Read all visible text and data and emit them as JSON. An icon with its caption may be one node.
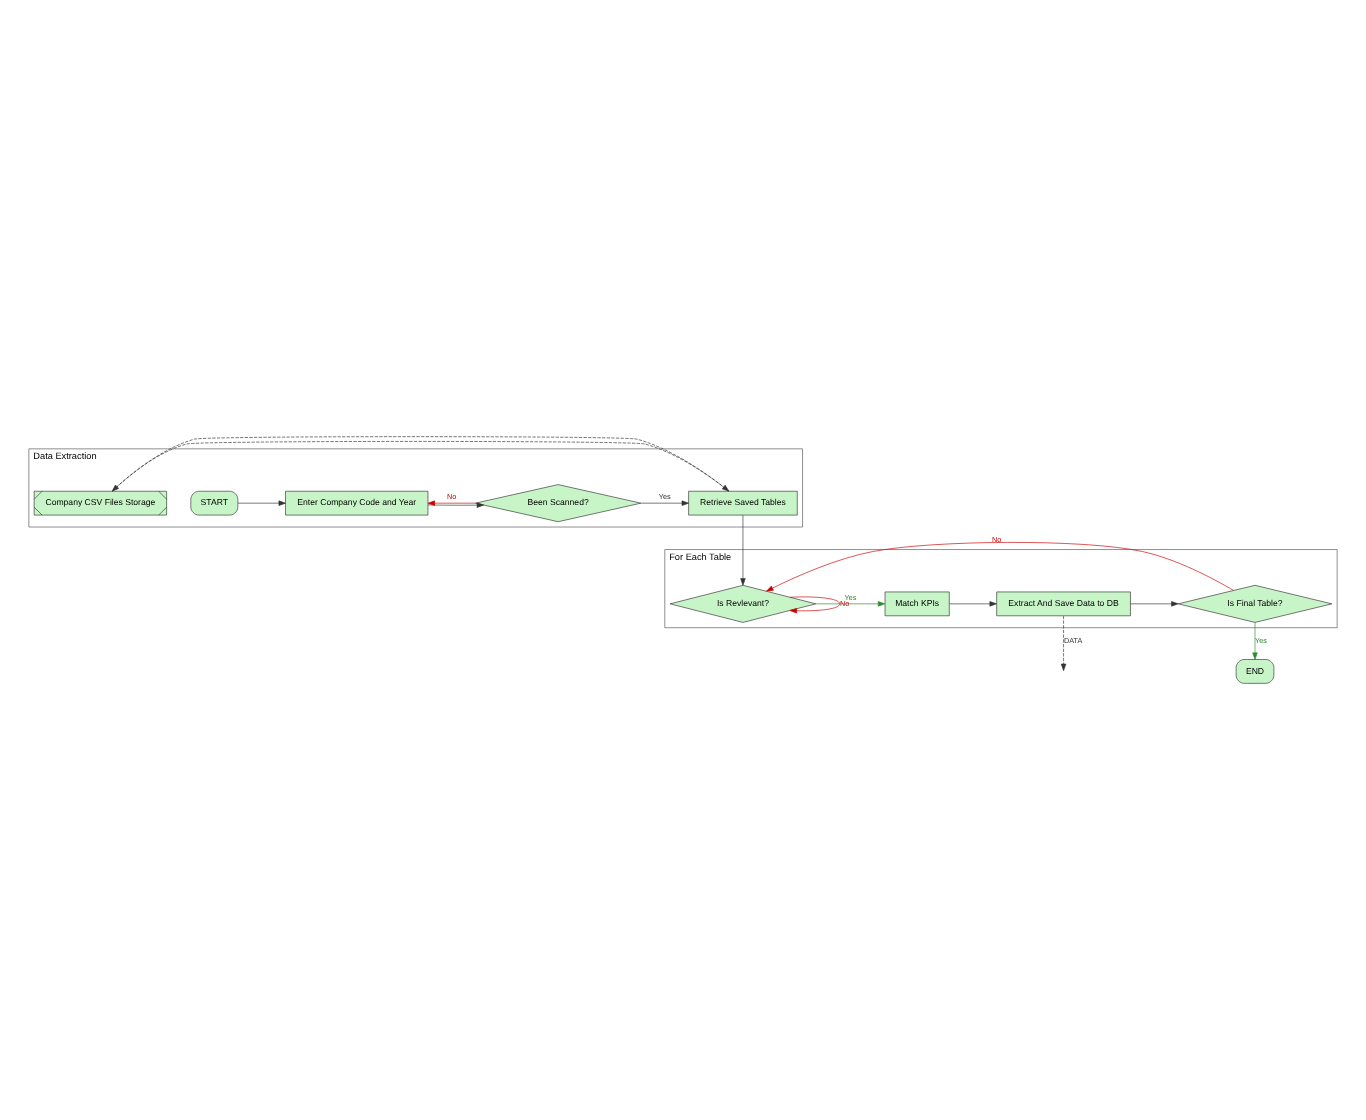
{
  "diagram": {
    "nodes": [
      {
        "text": [
          "Data Extraction"
        ]
      },
      {
        "text": [
          "START"
        ],
        "in": 0
      },
      {
        "text": [
          "Enter Company Code and Year"
        ],
        "in": 0
      },
      {
        "text": [
          "Been Scanned?"
        ],
        "in": 0
      },
      {
        "text": [
          "Retrieve Saved Tables"
        ],
        "in": 0
      },
      {
        "text": [
          "Company CSV Files Storage"
        ],
        "in": 0
      },
      {
        "text": [
          "For Each Table"
        ]
      },
      {
        "text": [
          "Is Revlevant?"
        ],
        "in": 6
      },
      {
        "text": [
          "Match KPIs"
        ],
        "in": 6
      },
      {
        "text": [
          "Extract And Save Data to DB"
        ],
        "in": 6
      },
      {
        "text": [
          "Is Final Table?"
        ],
        "in": 6
      },
      {
        "text": [
          "END"
        ]
      }
    ],
    "edges": [
      {
        "from": 1,
        "to": 2,
        "arrow": "to"
      },
      {
        "from": 2,
        "to": 3,
        "arrow": "to"
      },
      {
        "from": 3,
        "to": 2,
        "arrow": "to",
        "label": "No",
        "color": "#cc0000"
      },
      {
        "from": 3,
        "to": 4,
        "arrow": "to",
        "label": "Yes"
      },
      {
        "from": 4,
        "to": 5,
        "arrow": "to",
        "style": "dashed"
      },
      {
        "from": 5,
        "to": 4,
        "arrow": "to",
        "style": "dashed"
      },
      {
        "from": 4,
        "to": 7,
        "arrow": "to"
      },
      {
        "from": 7,
        "to": 7,
        "arrow": "to",
        "label": "No",
        "color": "#cc0000"
      },
      {
        "from": 7,
        "to": 8,
        "arrow": "to",
        "label": "Yes",
        "color": "#2e8b2e"
      },
      {
        "from": 8,
        "to": 9,
        "arrow": "to"
      },
      {
        "from": 9,
        "to": 10,
        "arrow": "to"
      },
      {
        "from": 10,
        "to": 7,
        "arrow": "to",
        "label": "No",
        "color": "#cc0000"
      },
      {
        "from": 10,
        "to": 11,
        "arrow": "to",
        "label": "Yes",
        "color": "#2e8b2e"
      },
      {
        "from": 9,
        "to": null,
        "arrow": "to",
        "label": "DATA",
        "style": "dashed"
      }
    ]
  }
}
